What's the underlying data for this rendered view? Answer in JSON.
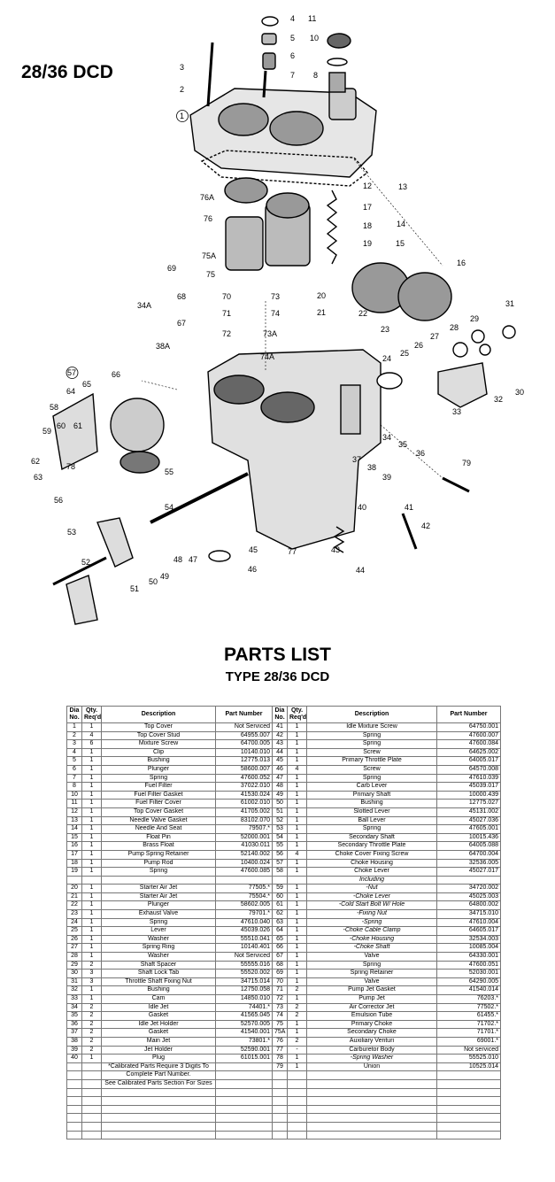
{
  "model_label": "28/36 DCD",
  "title": "PARTS LIST",
  "subtitle": "TYPE 28/36 DCD",
  "columns": {
    "dia": "Dia No.",
    "qty": "Qty. Req'd",
    "desc": "Description",
    "part": "Part Number"
  },
  "diagram_labels": [
    "1",
    "2",
    "3",
    "4",
    "5",
    "6",
    "7",
    "8",
    "10",
    "11",
    "12",
    "13",
    "14",
    "15",
    "16",
    "17",
    "18",
    "19",
    "20",
    "21",
    "22",
    "23",
    "24",
    "25",
    "26",
    "27",
    "28",
    "29",
    "30",
    "31",
    "32",
    "33",
    "34",
    "34A",
    "35",
    "36",
    "37",
    "38",
    "38A",
    "39",
    "40",
    "41",
    "42",
    "43",
    "44",
    "45",
    "46",
    "47",
    "48",
    "49",
    "50",
    "51",
    "52",
    "53",
    "54",
    "55",
    "56",
    "57",
    "58",
    "59",
    "60",
    "61",
    "62",
    "63",
    "64",
    "65",
    "66",
    "67",
    "68",
    "69",
    "70",
    "71",
    "72",
    "73",
    "73A",
    "74",
    "74A",
    "75",
    "75A",
    "76",
    "76A",
    "77",
    "78",
    "79"
  ],
  "left_rows": [
    [
      "1",
      "1",
      "Top Cover",
      "Not Serviced"
    ],
    [
      "2",
      "4",
      "Top Cover Stud",
      "64955.007"
    ],
    [
      "3",
      "6",
      "Mixture Screw",
      "64700.005"
    ],
    [
      "4",
      "1",
      "Clip",
      "10140.010"
    ],
    [
      "5",
      "1",
      "Bushing",
      "12775.013"
    ],
    [
      "6",
      "1",
      "Plunger",
      "58600.007"
    ],
    [
      "7",
      "1",
      "Spring",
      "47600.052"
    ],
    [
      "8",
      "1",
      "Fuel Filter",
      "37022.010"
    ],
    [
      "10",
      "1",
      "Fuel Filter Gasket",
      "41530.024"
    ],
    [
      "11",
      "1",
      "Fuel Filter Cover",
      "61002.010"
    ],
    [
      "12",
      "1",
      "Top Cover Gasket",
      "41705.002"
    ],
    [
      "13",
      "1",
      "Needle Valve Gasket",
      "83102.070"
    ],
    [
      "14",
      "1",
      "Needle And Seat",
      "79507.*"
    ],
    [
      "15",
      "1",
      "Float Pin",
      "52000.001"
    ],
    [
      "16",
      "1",
      "Brass Float",
      "41030.011"
    ],
    [
      "17",
      "1",
      "Pump Spring Retainer",
      "52140.002"
    ],
    [
      "18",
      "1",
      "Pump Rod",
      "10400.024"
    ],
    [
      "19",
      "1",
      "Spring",
      "47600.085"
    ],
    [
      "",
      "",
      "",
      ""
    ],
    [
      "20",
      "1",
      "Starter Air Jet",
      "77505.*"
    ],
    [
      "21",
      "1",
      "Starter Air Jet",
      "75504.*"
    ],
    [
      "22",
      "1",
      "Plunger",
      "58602.005"
    ],
    [
      "23",
      "1",
      "Exhaust Valve",
      "79701.*"
    ],
    [
      "24",
      "1",
      "Spring",
      "47610.040"
    ],
    [
      "25",
      "1",
      "Lever",
      "45039.026"
    ],
    [
      "26",
      "1",
      "Washer",
      "55510.041"
    ],
    [
      "27",
      "1",
      "Spring Ring",
      "10140.401"
    ],
    [
      "28",
      "1",
      "Washer",
      "Not Serviced"
    ],
    [
      "29",
      "2",
      "Shaft Spacer",
      "55555.016"
    ],
    [
      "30",
      "3",
      "Shaft Lock Tab",
      "55520.002"
    ],
    [
      "31",
      "3",
      "Throttle Shaft Fixing Nut",
      "34715.014"
    ],
    [
      "32",
      "1",
      "Bushing",
      "12750.058"
    ],
    [
      "33",
      "1",
      "Cam",
      "14850.010"
    ],
    [
      "34",
      "2",
      "Idle Jet",
      "74401.*"
    ],
    [
      "35",
      "2",
      "Gasket",
      "41565.045"
    ],
    [
      "36",
      "2",
      "Idle Jet Holder",
      "52570.005"
    ],
    [
      "37",
      "2",
      "Gasket",
      "41540.001"
    ],
    [
      "38",
      "2",
      "Main Jet",
      "73801.*"
    ],
    [
      "39",
      "2",
      "Jet Holder",
      "52590.001"
    ],
    [
      "40",
      "1",
      "Plug",
      "61015.001"
    ],
    [
      "",
      "",
      "*Calibrated Parts Require 3 Digits To",
      ""
    ],
    [
      "",
      "",
      "Complete Part Number.",
      ""
    ],
    [
      "",
      "",
      "See Calibrated Parts Section For Sizes",
      ""
    ],
    [
      "",
      "",
      "",
      ""
    ],
    [
      "",
      "",
      "",
      ""
    ],
    [
      "",
      "",
      "",
      ""
    ],
    [
      "",
      "",
      "",
      ""
    ],
    [
      "",
      "",
      "",
      ""
    ],
    [
      "",
      "",
      "",
      ""
    ]
  ],
  "right_rows": [
    [
      "41",
      "1",
      "Idle Mixture Screw",
      "64750.001"
    ],
    [
      "42",
      "1",
      "Spring",
      "47600.007"
    ],
    [
      "43",
      "1",
      "Spring",
      "47600.084"
    ],
    [
      "44",
      "1",
      "Screw",
      "64625.002"
    ],
    [
      "45",
      "1",
      "Primary Throttle Plate",
      "64005.017"
    ],
    [
      "46",
      "4",
      "Screw",
      "64570.008"
    ],
    [
      "47",
      "1",
      "Spring",
      "47610.039"
    ],
    [
      "48",
      "1",
      "Carb Lever",
      "45039.017"
    ],
    [
      "49",
      "1",
      "Primary Shaft",
      "10000.439"
    ],
    [
      "50",
      "1",
      "Bushing",
      "12775.027"
    ],
    [
      "51",
      "1",
      "Slotted Lever",
      "45131.002"
    ],
    [
      "52",
      "1",
      "Ball Lever",
      "45027.036"
    ],
    [
      "53",
      "1",
      "Spring",
      "47605.001"
    ],
    [
      "54",
      "1",
      "Secondary Shaft",
      "10015.436"
    ],
    [
      "55",
      "1",
      "Secondary Throttle Plate",
      "64005.088"
    ],
    [
      "56",
      "4",
      "Choke Cover Fixing Screw",
      "64700.004"
    ],
    [
      "57",
      "1",
      "Choke Housing",
      "32536.005"
    ],
    [
      "58",
      "1",
      "Choke Lever",
      "45027.017"
    ],
    [
      "",
      "",
      "Including",
      ""
    ],
    [
      "59",
      "1",
      "-Nut",
      "34720.002"
    ],
    [
      "60",
      "1",
      "-Choke Lever",
      "45025.003"
    ],
    [
      "61",
      "1",
      "-Cold Start Bolt W/ Hole",
      "64800.002"
    ],
    [
      "62",
      "1",
      "-Fixing Nut",
      "34715.010"
    ],
    [
      "63",
      "1",
      "-Spring",
      "47610.004"
    ],
    [
      "64",
      "1",
      "-Choke Cable Clamp",
      "64605.017"
    ],
    [
      "65",
      "1",
      "-Choke Housing",
      "32534.003"
    ],
    [
      "66",
      "1",
      "-Choke Shaft",
      "10085.004"
    ],
    [
      "67",
      "1",
      "Valve",
      "64330.001"
    ],
    [
      "68",
      "1",
      "Spring",
      "47600.051"
    ],
    [
      "69",
      "1",
      "Spring Retainer",
      "52030.001"
    ],
    [
      "70",
      "1",
      "Valve",
      "64290.005"
    ],
    [
      "71",
      "2",
      "Pump Jet Gasket",
      "41540.014"
    ],
    [
      "72",
      "1",
      "Pump Jet",
      "76203.*"
    ],
    [
      "73",
      "2",
      "Air Corrector Jet",
      "77502.*"
    ],
    [
      "74",
      "2",
      "Emulsion Tube",
      "61455.*"
    ],
    [
      "75",
      "1",
      "Primary Choke",
      "71702.*"
    ],
    [
      "75A",
      "1",
      "Secondary Choke",
      "71701.*"
    ],
    [
      "76",
      "2",
      "Auxiliary Venturi",
      "69001.*"
    ],
    [
      "77",
      "-",
      "Carburetor Body",
      "Not serviced"
    ],
    [
      "78",
      "1",
      "-Spring Washer",
      "55525.010"
    ],
    [
      "79",
      "1",
      "Union",
      "10525.014"
    ],
    [
      "",
      "",
      "",
      ""
    ],
    [
      "",
      "",
      "",
      ""
    ],
    [
      "",
      "",
      "",
      ""
    ],
    [
      "",
      "",
      "",
      ""
    ],
    [
      "",
      "",
      "",
      ""
    ],
    [
      "",
      "",
      "",
      ""
    ],
    [
      "",
      "",
      "",
      ""
    ],
    [
      "",
      "",
      "",
      ""
    ]
  ]
}
